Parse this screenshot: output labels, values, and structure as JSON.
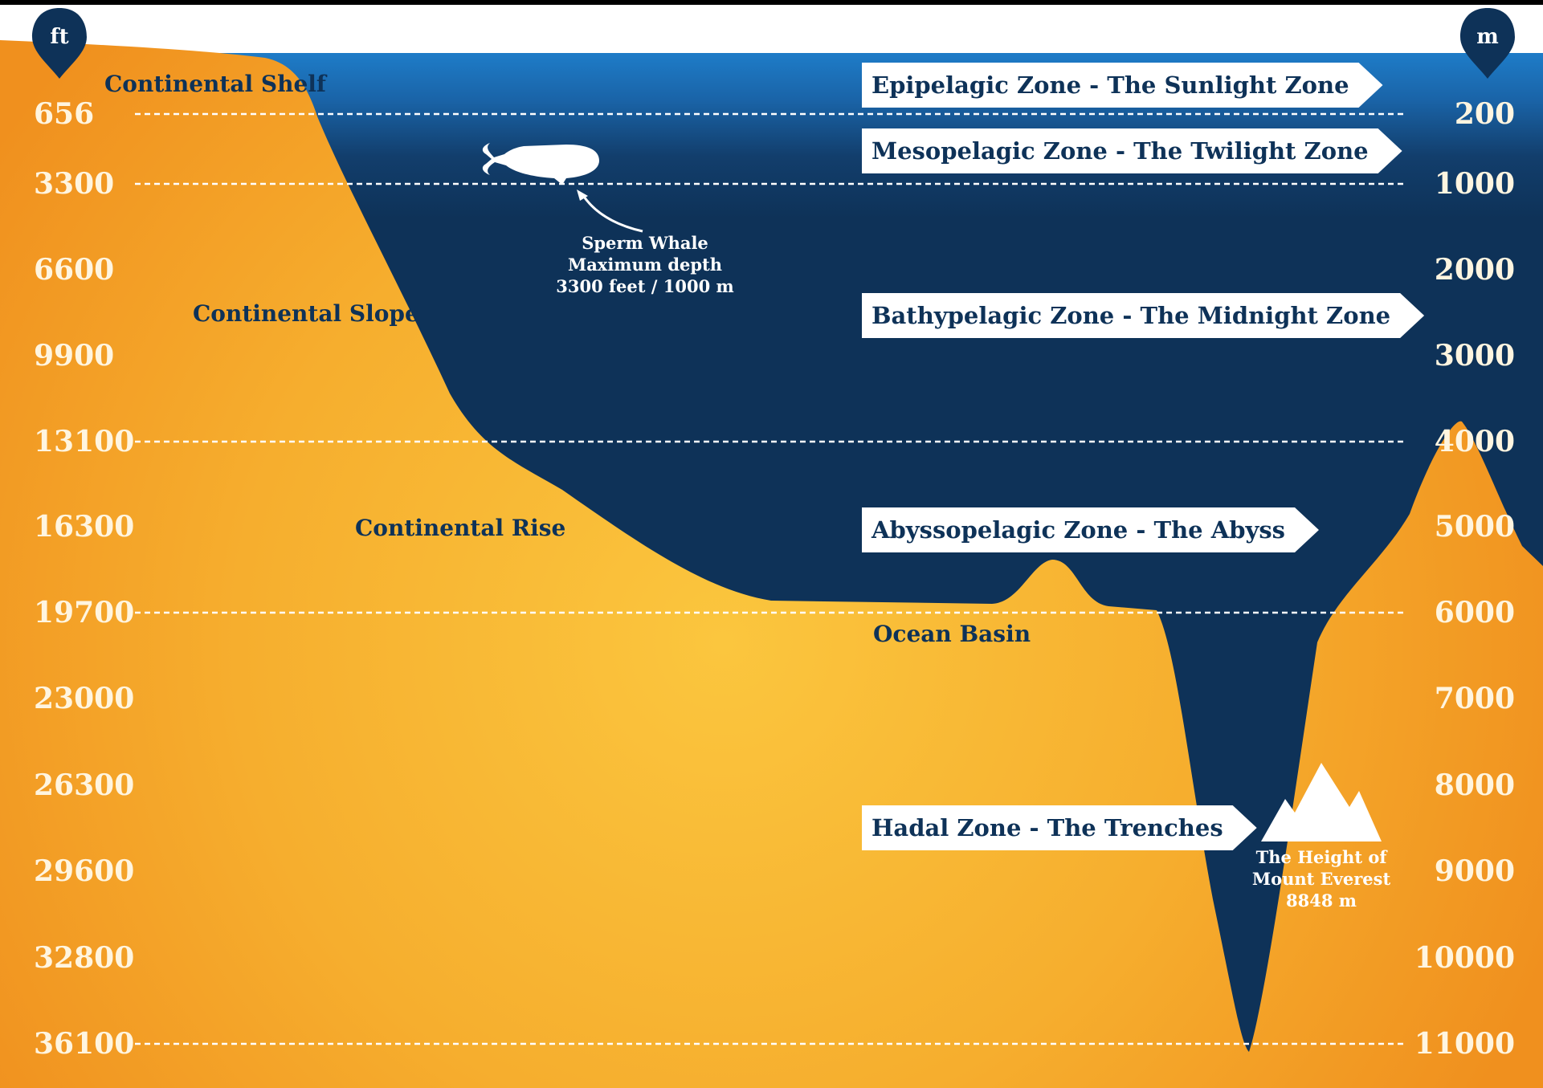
{
  "colors": {
    "ocean_deep": "#0E3258",
    "ocean_surface": "#1E7CC8",
    "land_light": "#FBC63E",
    "land_dark": "#F29A22",
    "label_white": "#FFFFFF",
    "text_navy": "#0E3258",
    "tick_text": "#FFF5E0"
  },
  "unit_markers": {
    "left": {
      "label": "ft",
      "icon": "location-pin-icon"
    },
    "right": {
      "label": "m",
      "icon": "location-pin-icon"
    }
  },
  "depth_scale": [
    {
      "ft": "656",
      "m": "200",
      "dashed": true
    },
    {
      "ft": "3300",
      "m": "1000",
      "dashed": true
    },
    {
      "ft": "6600",
      "m": "2000",
      "dashed": false
    },
    {
      "ft": "9900",
      "m": "3000",
      "dashed": false
    },
    {
      "ft": "13100",
      "m": "4000",
      "dashed": true
    },
    {
      "ft": "16300",
      "m": "5000",
      "dashed": false
    },
    {
      "ft": "19700",
      "m": "6000",
      "dashed": true
    },
    {
      "ft": "23000",
      "m": "7000",
      "dashed": false
    },
    {
      "ft": "26300",
      "m": "8000",
      "dashed": false
    },
    {
      "ft": "29600",
      "m": "9000",
      "dashed": false
    },
    {
      "ft": "32800",
      "m": "10000",
      "dashed": false
    },
    {
      "ft": "36100",
      "m": "11000",
      "dashed": true
    }
  ],
  "zones": [
    {
      "name": "Epipelagic Zone",
      "sep": " - ",
      "nickname": "The Sunlight Zone"
    },
    {
      "name": "Mesopelagic Zone",
      "sep": " -  ",
      "nickname": "The Twilight Zone"
    },
    {
      "name": "Bathypelagic Zone",
      "sep": " -  ",
      "nickname": "The Midnight Zone"
    },
    {
      "name": "Abyssopelagic Zone",
      "sep": " -  ",
      "nickname": "The Abyss"
    },
    {
      "name": "Hadal Zone",
      "sep": " -  ",
      "nickname": "The Trenches"
    }
  ],
  "features": {
    "continental_shelf": "Continental Shelf",
    "continental_slope": "Continental Slope",
    "continental_rise": "Continental Rise",
    "ocean_basin": "Ocean Basin"
  },
  "sperm_whale": {
    "icon": "sperm-whale-icon",
    "lines": [
      "Sperm Whale",
      "Maximum depth",
      "3300 feet / 1000 m"
    ]
  },
  "everest": {
    "icon": "mountain-icon",
    "lines": [
      "The Height of",
      "Mount Everest",
      "8848 m"
    ]
  }
}
